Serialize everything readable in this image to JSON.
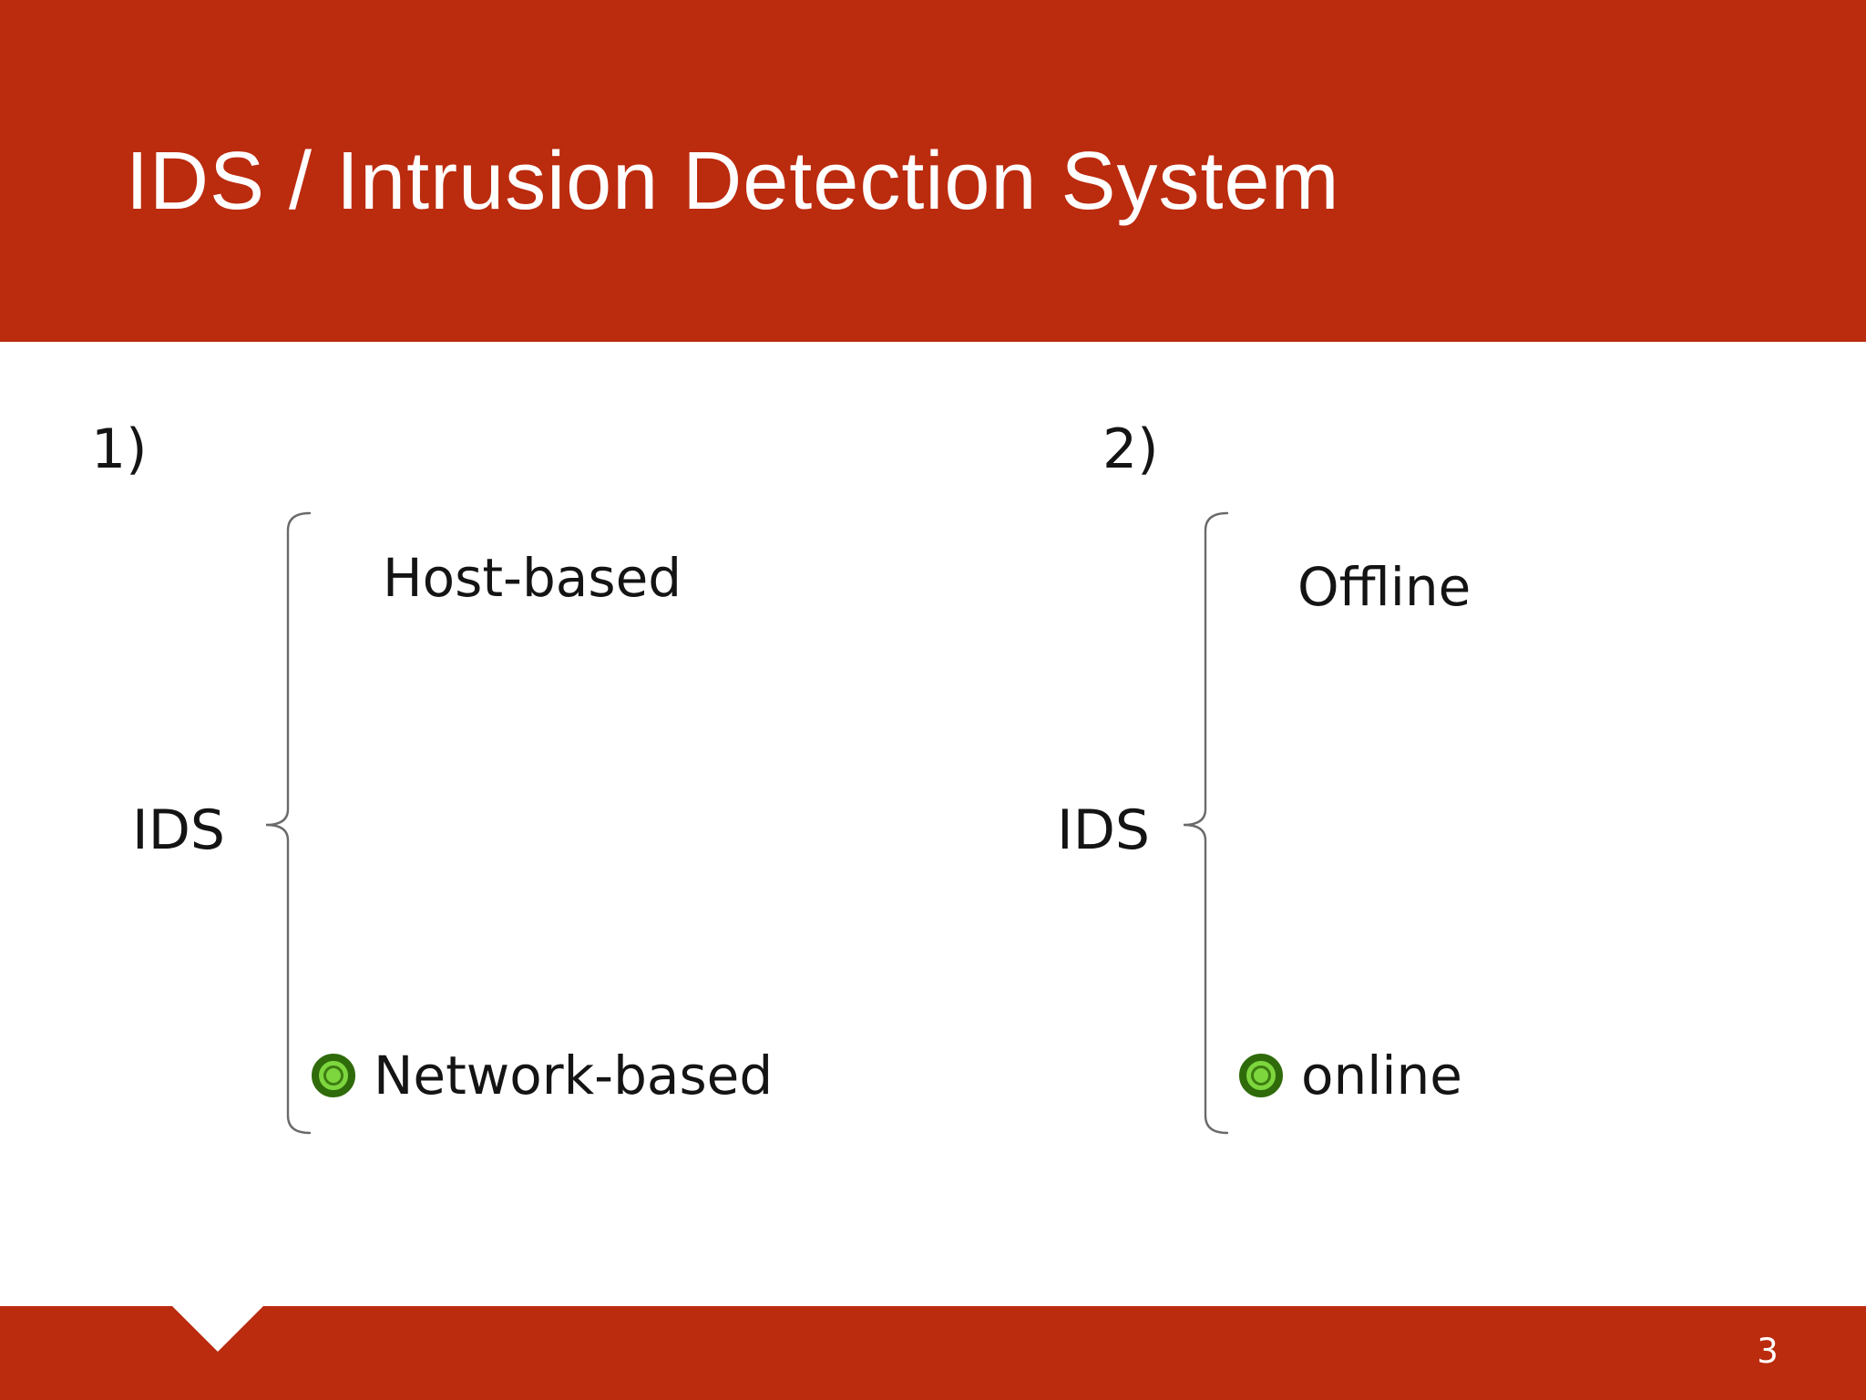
{
  "slide": {
    "title": "IDS / Intrusion Detection System",
    "page_number": "3",
    "colors": {
      "accent_red": "#bb2b0e",
      "text_black": "#141414",
      "brace_gray": "#6a6a6a",
      "bullet_outer_green": "#2f6b0b",
      "bullet_inner_green": "#7dd63e",
      "bullet_ring_green": "#3e7d12"
    },
    "icons": {
      "bullet": "green-radio-bullet-icon",
      "footer_notch": "down-triangle-notch"
    },
    "groups": [
      {
        "label": "1)",
        "root": "IDS",
        "branch_top": "Host-based",
        "branch_bottom": "Network-based"
      },
      {
        "label": "2)",
        "root": "IDS",
        "branch_top": "Offline",
        "branch_bottom": "online"
      }
    ]
  }
}
